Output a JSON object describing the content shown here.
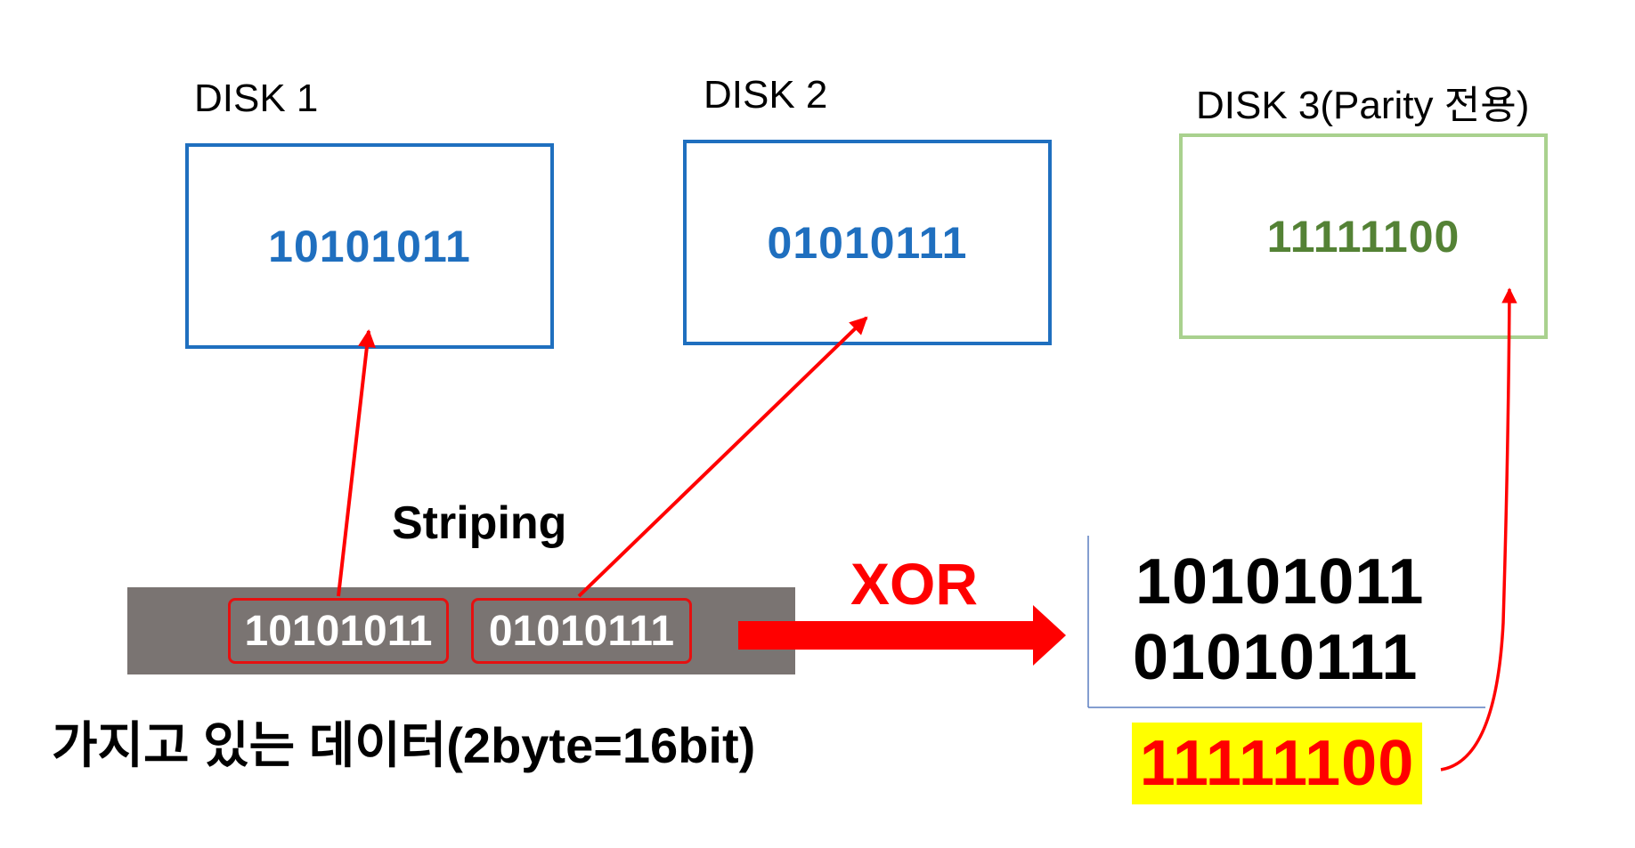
{
  "disks": [
    {
      "title": "DISK 1",
      "value": "10101011",
      "border_color": "#1f6fbf",
      "value_color": "#1f6fbf"
    },
    {
      "title": "DISK 2",
      "value": "01010111",
      "border_color": "#1f6fbf",
      "value_color": "#1f6fbf"
    },
    {
      "title": "DISK 3(Parity 전용)",
      "value": "11111100",
      "border_color": "#a9d18e",
      "value_color": "#548235"
    }
  ],
  "striping_label": "Striping",
  "data_bar": {
    "chunks": [
      "10101011",
      "01010111"
    ],
    "caption": "가지고 있는 데이터(2byte=16bit)"
  },
  "xor": {
    "label": "XOR",
    "operand_1": "10101011",
    "operand_2": "01010111",
    "result": "11111100"
  },
  "colors": {
    "arrow": "#ff0000",
    "bar": "#7a7472",
    "highlight": "#ffff00"
  }
}
